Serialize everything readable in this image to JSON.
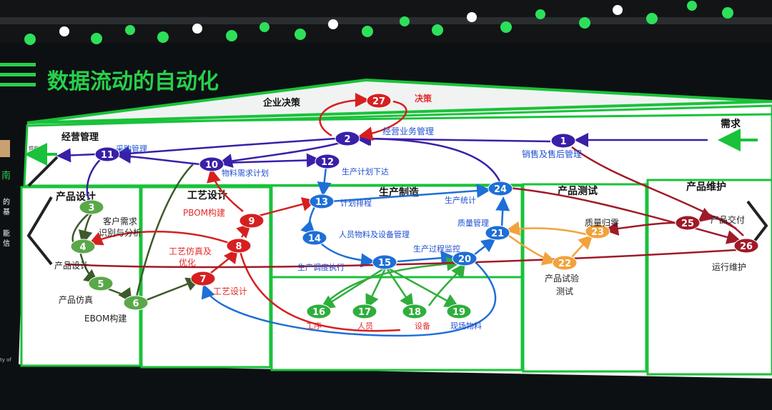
{
  "slide": {
    "title": "数据流动的自动化",
    "zones": {
      "enterprise": "企业决策",
      "business": "经营管理",
      "demand": "需求",
      "supply": "供应",
      "design": "产品设计",
      "process": "工艺设计",
      "production": "生产制造",
      "testing": "产品测试",
      "maintenance": "产品维护"
    },
    "left_edge_text": [
      "的",
      "基",
      "能",
      "信",
      "南"
    ],
    "footer_text": "ty of"
  },
  "nodes": [
    {
      "id": "1",
      "label": "销售及售后管理",
      "color": "#3a1fa8"
    },
    {
      "id": "2",
      "label": "经营业务管理",
      "color": "#3a1fa8"
    },
    {
      "id": "3",
      "label": "客户需求识别与分析",
      "color": "#5aa84a"
    },
    {
      "id": "4",
      "label": "产品设计",
      "color": "#5aa84a"
    },
    {
      "id": "5",
      "label": "产品仿真",
      "color": "#5aa84a"
    },
    {
      "id": "6",
      "label": "EBOM构建",
      "color": "#5aa84a"
    },
    {
      "id": "7",
      "label": "工艺设计",
      "color": "#d62020"
    },
    {
      "id": "8",
      "label": "工艺仿真及优化",
      "color": "#d62020"
    },
    {
      "id": "9",
      "label": "PBOM构建",
      "color": "#d62020"
    },
    {
      "id": "10",
      "label": "物料需求计划",
      "color": "#3a1fa8"
    },
    {
      "id": "11",
      "label": "采购管理",
      "color": "#3a1fa8"
    },
    {
      "id": "12",
      "label": "生产计划下达",
      "color": "#3a1fa8"
    },
    {
      "id": "13",
      "label": "计划排程",
      "color": "#1e6fd6"
    },
    {
      "id": "14",
      "label": "人员物料及设备管理",
      "color": "#1e6fd6"
    },
    {
      "id": "15",
      "label": "生产调度执行",
      "color": "#1e6fd6"
    },
    {
      "id": "16",
      "label": "工序",
      "color": "#2fae3c"
    },
    {
      "id": "17",
      "label": "人员",
      "color": "#2fae3c"
    },
    {
      "id": "18",
      "label": "设备",
      "color": "#2fae3c"
    },
    {
      "id": "19",
      "label": "现场物料",
      "color": "#2fae3c"
    },
    {
      "id": "20",
      "label": "生产过程监控",
      "color": "#1e6fd6"
    },
    {
      "id": "21",
      "label": "质量管理",
      "color": "#1e6fd6"
    },
    {
      "id": "22",
      "label": "产品试验测试",
      "color": "#f2a23c"
    },
    {
      "id": "23",
      "label": "质量归零",
      "color": "#f2a23c"
    },
    {
      "id": "24",
      "label": "生产统计",
      "color": "#1e6fd6"
    },
    {
      "id": "25",
      "label": "产品交付",
      "color": "#a01a28"
    },
    {
      "id": "26",
      "label": "运行维护",
      "color": "#a01a28"
    },
    {
      "id": "27",
      "label": "决策",
      "color": "#d62020"
    }
  ],
  "colors": {
    "background": "#0d1012",
    "board": "#ffffff",
    "frame_green": "#19c23a",
    "title_green": "#27d04a",
    "flow_purple": "#3a1fa8",
    "flow_red": "#d62020",
    "flow_blue": "#1e6fd6",
    "flow_green": "#2fae3c",
    "flow_olive": "#3d5a2a",
    "flow_orange": "#f2a23c",
    "flow_maroon": "#a01a28"
  }
}
